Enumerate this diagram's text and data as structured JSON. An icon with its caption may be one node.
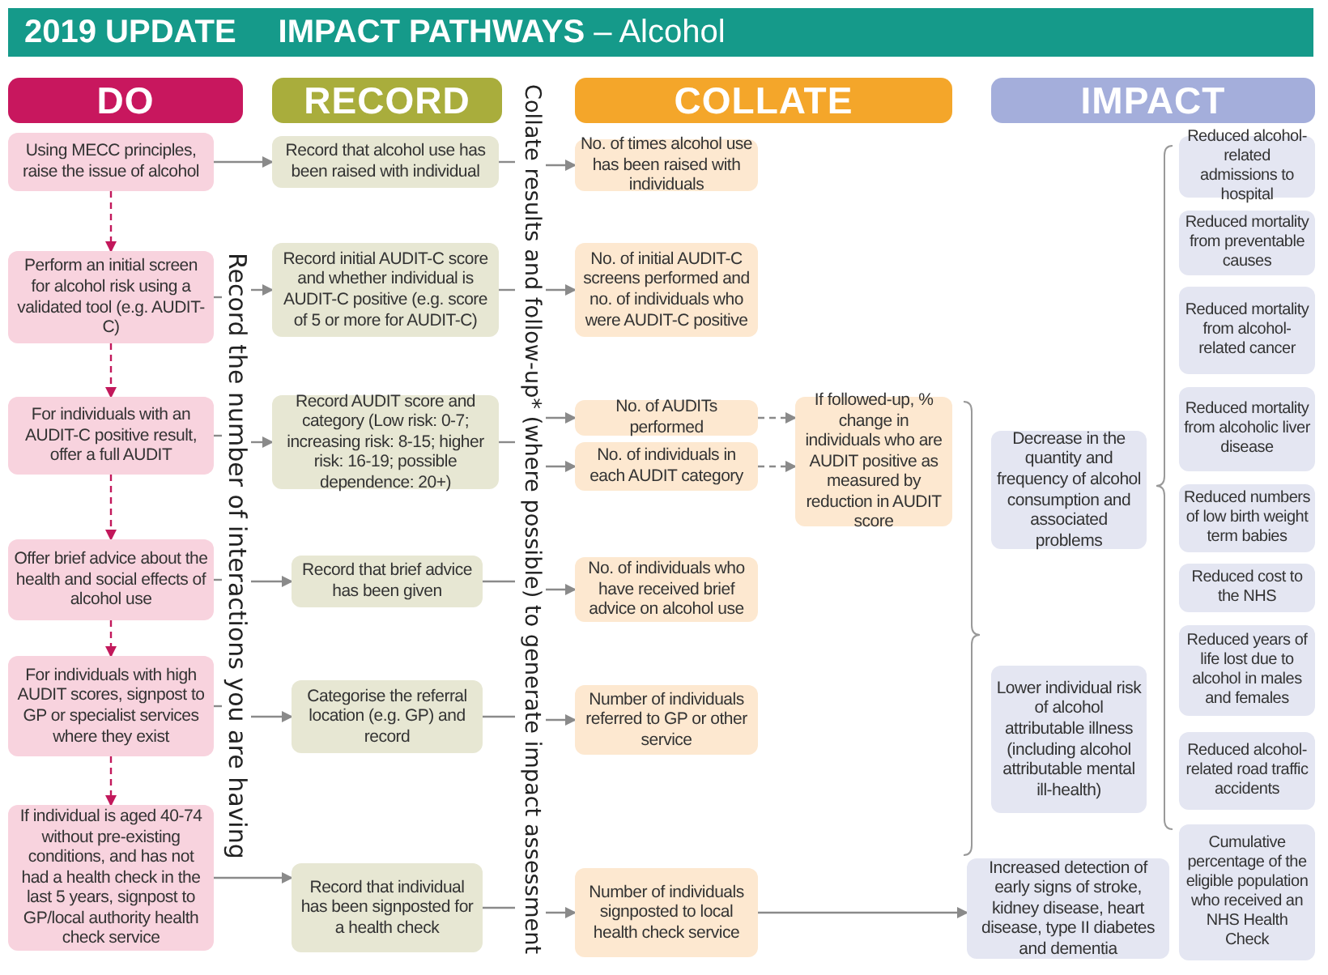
{
  "diagram": {
    "title": "**IMPACT PATHWAYS** – Alcohol",
    "labels": [
      "2019 UPDATE"
    ],
    "nodes": [
      {
        "text": [
          "DO"
        ]
      },
      {
        "text": [
          "RECORD"
        ]
      },
      {
        "text": [
          "COLLATE"
        ]
      },
      {
        "text": [
          "IMPACT"
        ]
      },
      {
        "text": [
          "Using MECC principles, raise the issue of alcohol"
        ]
      },
      {
        "text": [
          "Perform an initial screen for alcohol risk using a validated tool (e.g. AUDIT-C)"
        ]
      },
      {
        "text": [
          "For individuals with an AUDIT-C positive result, offer a full AUDIT"
        ]
      },
      {
        "text": [
          "Offer brief advice about the health and social effects of alcohol use"
        ]
      },
      {
        "text": [
          "For individuals with high AUDIT scores, signpost to GP or specialist services where they exist"
        ]
      },
      {
        "text": [
          "If individual is aged 40-74 without pre-existing conditions, and has not had a health check in the last 5 years, signpost to GP/local authority health check service"
        ]
      },
      {
        "text": [
          "Record the number of interactions you are having"
        ]
      },
      {
        "text": [
          "Record that alcohol use has been raised with individual"
        ]
      },
      {
        "text": [
          "Record initial AUDIT-C score and whether individual is AUDIT-C positive (e.g. score of 5 or more for AUDIT-C)"
        ]
      },
      {
        "text": [
          "Record AUDIT score and category (Low risk: 0-7; increasing risk: 8-15; higher risk: 16-19; possible dependence: 20+)"
        ]
      },
      {
        "text": [
          "Record that brief advice has been given"
        ]
      },
      {
        "text": [
          "Categorise the referral location (e.g. GP) and record"
        ]
      },
      {
        "text": [
          "Record that individual has been signposted for a health check"
        ]
      },
      {
        "text": [
          "Collate results and follow-up* (where possible) to generate impact assessment"
        ]
      },
      {
        "text": [
          "No. of times alcohol use has been raised with individuals"
        ]
      },
      {
        "text": [
          "No. of initial AUDIT-C screens performed and no. of individuals who were AUDIT-C positive"
        ]
      },
      {
        "text": [
          "No. of AUDITs performed"
        ]
      },
      {
        "text": [
          "No. of individuals in each AUDIT category"
        ]
      },
      {
        "text": [
          "If followed-up, % change in individuals who are AUDIT positive as measured by reduction in AUDIT score"
        ]
      },
      {
        "text": [
          "No. of individuals who have received brief advice on alcohol use"
        ]
      },
      {
        "text": [
          "Number of individuals referred to GP or other service"
        ]
      },
      {
        "text": [
          "Number of individuals signposted to local health check service"
        ]
      },
      {
        "text": [
          "Decrease in the quantity and frequency of alcohol consumption and associated problems"
        ]
      },
      {
        "text": [
          "Lower individual risk of alcohol attributable illness (including alcohol attributable mental ill-health)"
        ]
      },
      {
        "text": [
          "Increased detection of early signs of stroke, kidney disease, heart disease, type II diabetes and dementia"
        ]
      },
      {
        "text": [
          "Reduced alcohol-related admissions to hospital"
        ]
      },
      {
        "text": [
          "Reduced mortality from preventable causes"
        ]
      },
      {
        "text": [
          "Reduced mortality from alcohol-related cancer"
        ]
      },
      {
        "text": [
          "Reduced mortality from alcoholic liver disease"
        ]
      },
      {
        "text": [
          "Reduced numbers of low birth weight term babies"
        ]
      },
      {
        "text": [
          "Reduced cost to the NHS"
        ]
      },
      {
        "text": [
          "Reduced years of life lost due to alcohol in males and females"
        ]
      },
      {
        "text": [
          "Reduced alcohol-related road traffic accidents"
        ]
      },
      {
        "text": [
          "Cumulative percentage of the eligible population who received an NHS Health Check"
        ]
      }
    ],
    "edges": [
      {
        "from": 4,
        "to": 5,
        "arrow": "to",
        "style": "dashed",
        "color": "#c2185b"
      },
      {
        "from": 5,
        "to": 6,
        "arrow": "to",
        "style": "dashed",
        "color": "#c2185b"
      },
      {
        "from": 6,
        "to": 7,
        "arrow": "to",
        "style": "dashed",
        "color": "#c2185b"
      },
      {
        "from": 7,
        "to": 8,
        "arrow": "to",
        "style": "dashed",
        "color": "#c2185b"
      },
      {
        "from": 8,
        "to": 9,
        "arrow": "to",
        "style": "dashed",
        "color": "#c2185b"
      },
      {
        "from": 4,
        "to": 11,
        "arrow": "to"
      },
      {
        "from": 5,
        "to": 10,
        "arrow": "none"
      },
      {
        "from": 10,
        "to": 12,
        "arrow": "to"
      },
      {
        "from": 6,
        "to": 10,
        "arrow": "none"
      },
      {
        "from": 10,
        "to": 13,
        "arrow": "to"
      },
      {
        "from": 7,
        "to": 10,
        "arrow": "none"
      },
      {
        "from": 10,
        "to": 14,
        "arrow": "to"
      },
      {
        "from": 8,
        "to": 10,
        "arrow": "none"
      },
      {
        "from": 10,
        "to": 15,
        "arrow": "to"
      },
      {
        "from": 9,
        "to": 16,
        "arrow": "to"
      },
      {
        "from": 11,
        "to": 17,
        "arrow": "none"
      },
      {
        "from": 12,
        "to": 17,
        "arrow": "none"
      },
      {
        "from": 13,
        "to": 17,
        "arrow": "none"
      },
      {
        "from": 14,
        "to": 17,
        "arrow": "none"
      },
      {
        "from": 15,
        "to": 17,
        "arrow": "none"
      },
      {
        "from": 16,
        "to": 17,
        "arrow": "none"
      },
      {
        "from": 17,
        "to": 18,
        "arrow": "to"
      },
      {
        "from": 17,
        "to": 19,
        "arrow": "to"
      },
      {
        "from": 17,
        "to": 20,
        "arrow": "to"
      },
      {
        "from": 17,
        "to": 21,
        "arrow": "to"
      },
      {
        "from": 17,
        "to": 23,
        "arrow": "to"
      },
      {
        "from": 17,
        "to": 24,
        "arrow": "to"
      },
      {
        "from": 17,
        "to": 25,
        "arrow": "to"
      },
      {
        "from": 20,
        "to": 22,
        "arrow": "to",
        "style": "dashed"
      },
      {
        "from": 21,
        "to": 22,
        "arrow": "to",
        "style": "dashed"
      },
      {
        "from": 25,
        "to": 28,
        "arrow": "to"
      }
    ]
  }
}
